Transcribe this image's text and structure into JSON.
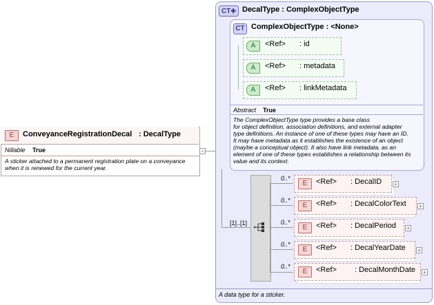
{
  "element": {
    "badge": "E",
    "name": "ConveyanceRegistrationDecal",
    "type": ": DecalType",
    "nillable_label": "Nillable",
    "nillable_value": "True",
    "description": "A sticker attached to a permanent registration plate on a conveyance when it is renewed for the current year."
  },
  "complex_type": {
    "badge": "CT",
    "title": "DecalType : ComplexObjectType",
    "footer": "A data type for a sticker."
  },
  "base_type": {
    "badge": "CT",
    "title": "ComplexObjectType : <None>",
    "abstract_label": "Abstract",
    "abstract_value": "True",
    "description_lines": [
      "The ComplexObjectType type provides a base class",
      "for object definition, association definitions, and external adapter",
      "type definitions. An instance of one of these types may have an ID.",
      "It may have metadata as it establishes the existence of an object",
      "(maybe a conceptual object). It also have link metadata, as an",
      "element of one of these types establishes a relationship between its",
      "value and its context."
    ],
    "attributes": [
      {
        "badge": "A",
        "ref": "<Ref>",
        "name": ": id"
      },
      {
        "badge": "A",
        "ref": "<Ref>",
        "name": ": metadata"
      },
      {
        "badge": "A",
        "ref": "<Ref>",
        "name": ": linkMetadata"
      }
    ]
  },
  "sequence": {
    "multiplicity": "[1]..[1]",
    "icon": "sequence-icon"
  },
  "children": [
    {
      "badge": "E",
      "card": "0..*",
      "ref": "<Ref>",
      "name": ": DecalID"
    },
    {
      "badge": "E",
      "card": "0..*",
      "ref": "<Ref>",
      "name": ": DecalColorText"
    },
    {
      "badge": "E",
      "card": "0..*",
      "ref": "<Ref>",
      "name": ": DecalPeriod"
    },
    {
      "badge": "E",
      "card": "0..*",
      "ref": "<Ref>",
      "name": ": DecalYearDate"
    },
    {
      "badge": "E",
      "card": "0..*",
      "ref": "<Ref>",
      "name": ": DecalMonthDate"
    }
  ],
  "colors": {
    "element_border": "#b9a2a2",
    "complex_type_bg": "#ebebfb",
    "attribute_bg": "#f3fcf3"
  }
}
